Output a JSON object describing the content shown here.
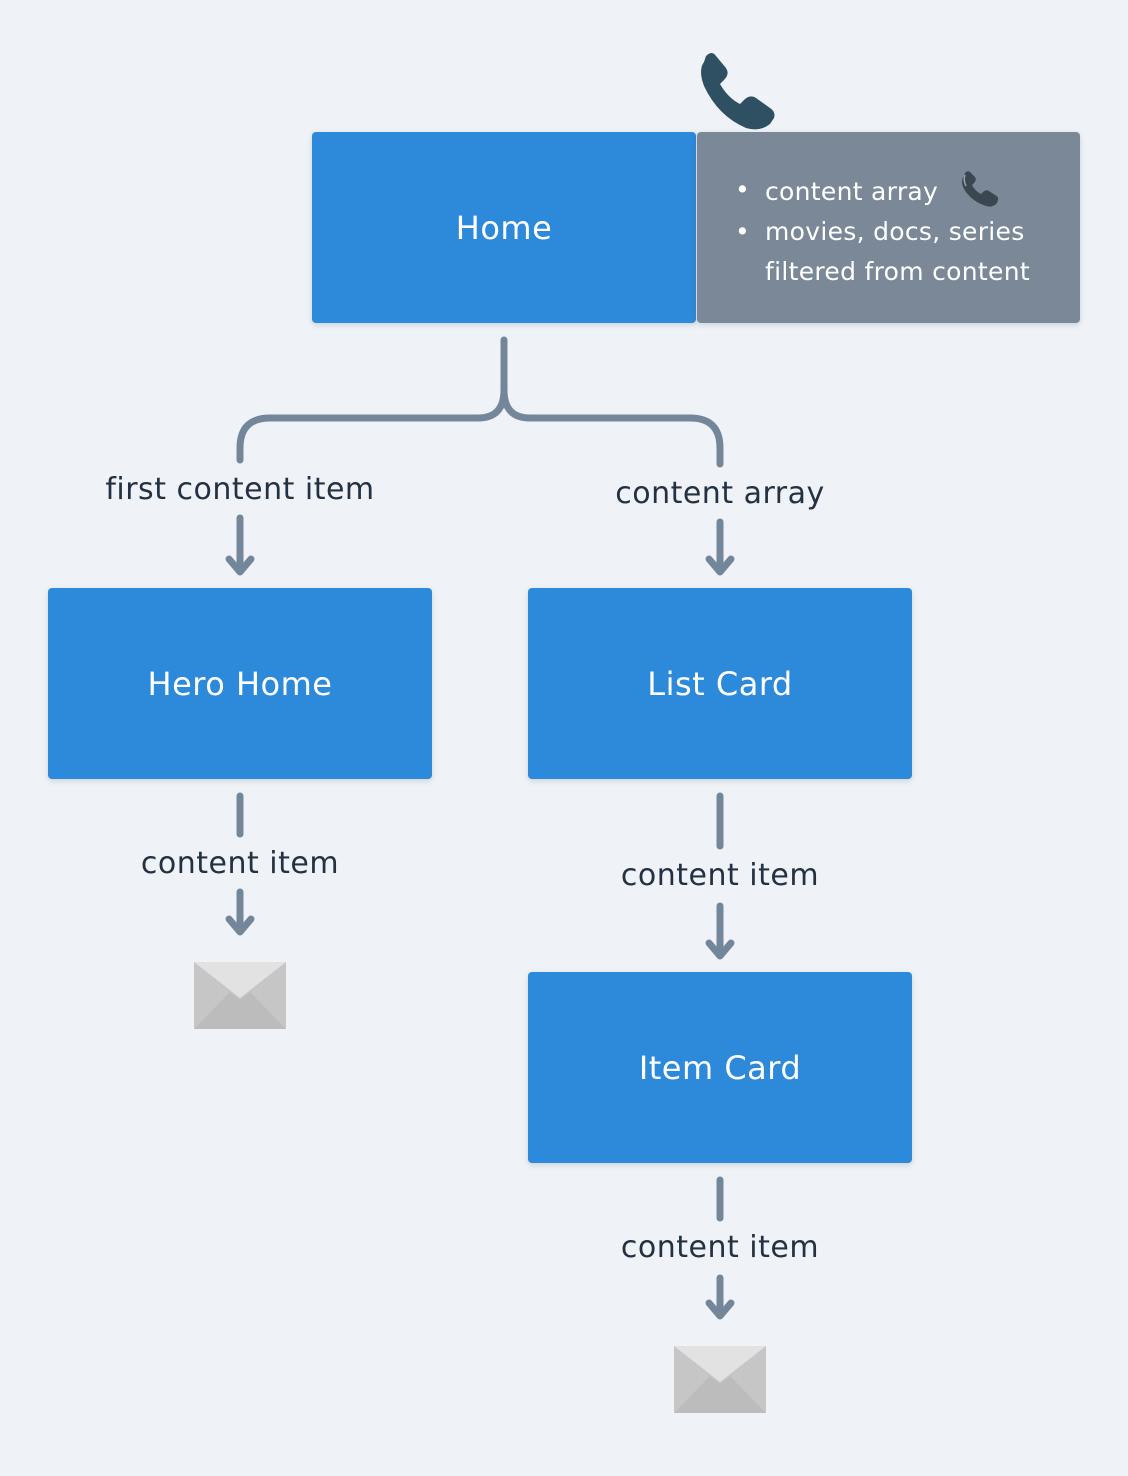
{
  "nodes": {
    "home": "Home",
    "hero_home": "Hero Home",
    "list_card": "List Card",
    "item_card": "Item Card"
  },
  "note": {
    "items": [
      {
        "text": "content array",
        "icon": "phone-icon"
      },
      {
        "text": "movies, docs, series filtered from content"
      }
    ]
  },
  "edges": {
    "home_to_hero": "first content item",
    "home_to_list": "content array",
    "hero_out": "content item",
    "list_to_item": "content item",
    "item_out": "content item"
  },
  "icons": {
    "top_icon": "phone-icon",
    "endpoint_icon": "envelope-icon"
  },
  "colors": {
    "background": "#eff3f7",
    "node": "#2d89d9",
    "note": "#7a8898",
    "connector": "#74879a",
    "label_text": "#243142",
    "phone": "#2f5062"
  }
}
